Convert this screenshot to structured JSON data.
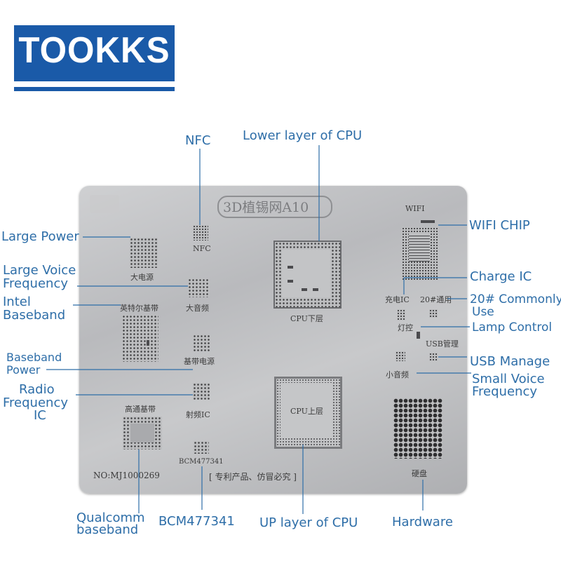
{
  "brand": {
    "logo_text": "TOOKKS",
    "color": "#1a5aa8"
  },
  "stencil": {
    "title": "3D植锡网A10",
    "model_number": "NO:MJ1000269",
    "patent_text": "[ 专利产品、仿冒必究 ]",
    "color": "#c0c1c3",
    "components": {
      "nfc": "NFC",
      "wifi": "WIFI",
      "large_power": "大电源",
      "large_voice": "大音频",
      "intel_baseband": "英特尔基带",
      "cpu_lower": "CPU下层",
      "charge_ic": "充电IC",
      "commonly_used": "20#通用",
      "lamp_control": "灯控",
      "usb_manage": "USB管理",
      "baseband_power": "基带电源",
      "small_voice": "小音频",
      "qualcomm_baseband": "高通基带",
      "radio_freq": "射频IC",
      "cpu_upper": "CPU上层",
      "bcm": "BCM477341",
      "hardware": "硬盘"
    }
  },
  "callouts": {
    "nfc": "NFC",
    "lower_cpu": "Lower layer of CPU",
    "large_power": "Large Power",
    "large_voice_1": "Large Voice",
    "large_voice_2": "Frequency",
    "intel_1": "Intel",
    "intel_2": "Baseband",
    "baseband_power_1": "Baseband",
    "baseband_power_2": "Power",
    "radio_1": "Radio",
    "radio_2": "Frequency",
    "radio_3": "IC",
    "wifi_chip": "WIFI CHIP",
    "charge_ic": "Charge IC",
    "commonly_1": "20# Commonly",
    "commonly_2": "Use",
    "lamp_control": "Lamp Control",
    "usb_manage": "USB Manage",
    "small_voice_1": "Small Voice",
    "small_voice_2": "Frequency",
    "qualcomm_1": "Qualcomm",
    "qualcomm_2": "baseband",
    "bcm": "BCM477341",
    "up_cpu": "UP layer of CPU",
    "hardware": "Hardware",
    "line_color": "#2e6ea8"
  }
}
